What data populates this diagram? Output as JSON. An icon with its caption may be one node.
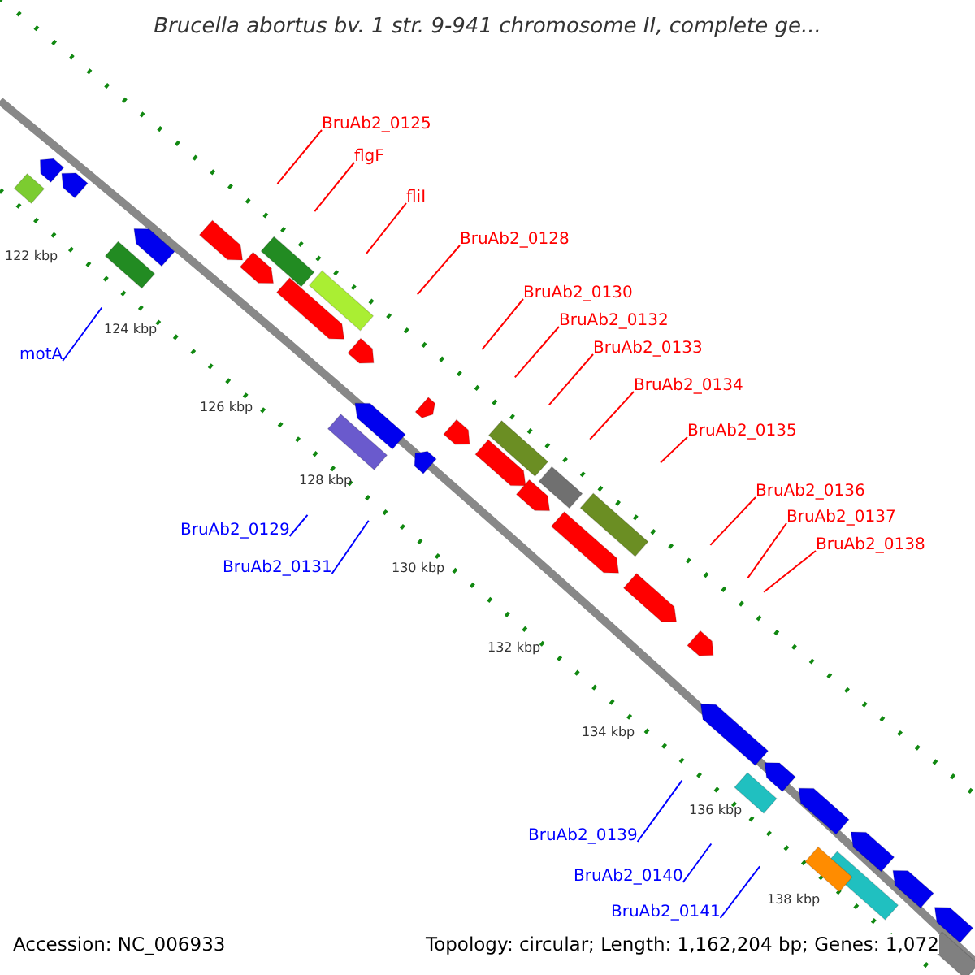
{
  "diagram": {
    "title": "Brucella abortus bv. 1 str. 9-941 chromosome II, complete ge...",
    "nodes": [
      {
        "text": [
          "BruAb2_0125"
        ]
      },
      {
        "text": [
          "flgF"
        ]
      },
      {
        "text": [
          "fliI"
        ]
      },
      {
        "text": [
          "BruAb2_0128"
        ]
      },
      {
        "text": [
          "BruAb2_0130"
        ]
      },
      {
        "text": [
          "BruAb2_0132"
        ]
      },
      {
        "text": [
          "BruAb2_0133"
        ]
      },
      {
        "text": [
          "motA"
        ]
      },
      {
        "text": [
          "BruAb2_0134"
        ]
      },
      {
        "text": [
          "BruAb2_0135"
        ]
      },
      {
        "text": [
          "BruAb2_0136"
        ]
      },
      {
        "text": [
          "BruAb2_0137"
        ]
      },
      {
        "text": [
          "BruAb2_0129"
        ]
      },
      {
        "text": [
          "BruAb2_0138"
        ]
      },
      {
        "text": [
          "BruAb2_0131"
        ]
      },
      {
        "text": [
          "BruAb2_0139"
        ]
      },
      {
        "text": [
          "BruAb2_0140"
        ]
      },
      {
        "text": [
          "BruAb2_0141"
        ]
      }
    ],
    "edges": [
      {
        "from": 0,
        "to": null,
        "arrow": "none"
      },
      {
        "from": 1,
        "to": null,
        "arrow": "none"
      },
      {
        "from": 2,
        "to": null,
        "arrow": "none"
      },
      {
        "from": 3,
        "to": null,
        "arrow": "none"
      },
      {
        "from": 4,
        "to": null,
        "arrow": "none"
      },
      {
        "from": 5,
        "to": null,
        "arrow": "none"
      },
      {
        "from": 6,
        "to": null,
        "arrow": "none"
      },
      {
        "from": 7,
        "to": null,
        "arrow": "none",
        "color": "#0000ff"
      },
      {
        "from": 8,
        "to": null,
        "arrow": "none"
      },
      {
        "from": 9,
        "to": null,
        "arrow": "none"
      },
      {
        "from": 10,
        "to": null,
        "arrow": "none"
      },
      {
        "from": 11,
        "to": null,
        "arrow": "none"
      },
      {
        "from": 12,
        "to": null,
        "arrow": "none",
        "color": "#0000ff"
      },
      {
        "from": 13,
        "to": null,
        "arrow": "none"
      },
      {
        "from": 14,
        "to": null,
        "arrow": "none",
        "color": "#0000ff"
      },
      {
        "from": 15,
        "to": null,
        "arrow": "none",
        "color": "#0000ff"
      },
      {
        "from": 16,
        "to": null,
        "arrow": "none",
        "color": "#0000ff"
      },
      {
        "from": 17,
        "to": null,
        "arrow": "none",
        "color": "#0000ff"
      }
    ],
    "labels": [
      "122 kbp",
      "124 kbp",
      "126 kbp",
      "128 kbp",
      "130 kbp",
      "132 kbp",
      "134 kbp",
      "136 kbp",
      "138 kbp",
      "Accession: NC_006933",
      "Topology: circular; Length: 1,162,204 bp; Genes: 1,072"
    ]
  }
}
